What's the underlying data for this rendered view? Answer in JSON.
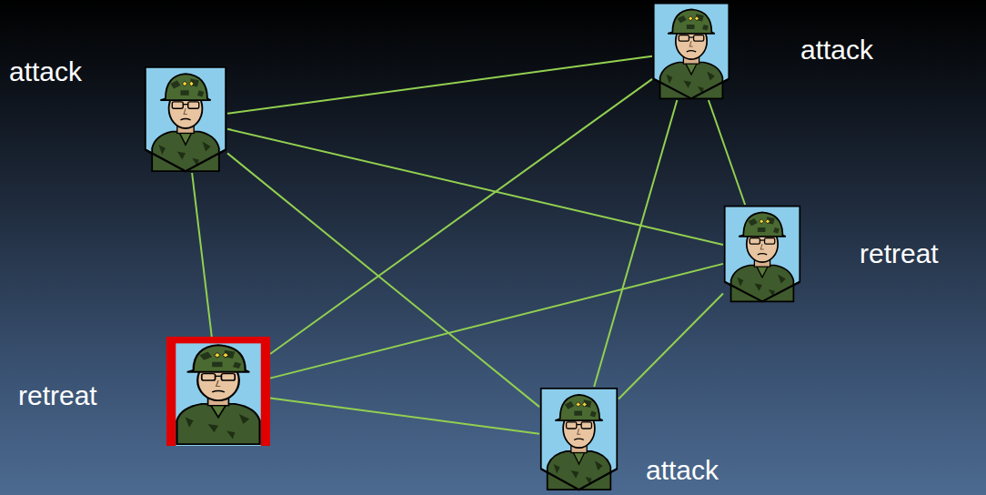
{
  "diagram": {
    "nodes": [
      {
        "text": [
          "attack"
        ]
      },
      {
        "text": [
          "attack"
        ]
      },
      {
        "text": [
          "retreat"
        ]
      },
      {
        "text": [
          "retreat"
        ]
      },
      {
        "text": [
          "attack"
        ]
      }
    ],
    "edges": [
      {
        "from": 0,
        "to": 1,
        "arrow": "none"
      },
      {
        "from": 0,
        "to": 2,
        "arrow": "none"
      },
      {
        "from": 0,
        "to": 3,
        "arrow": "none"
      },
      {
        "from": 0,
        "to": 4,
        "arrow": "none"
      },
      {
        "from": 1,
        "to": 2,
        "arrow": "none"
      },
      {
        "from": 1,
        "to": 3,
        "arrow": "none"
      },
      {
        "from": 1,
        "to": 4,
        "arrow": "none"
      },
      {
        "from": 3,
        "to": 2,
        "arrow": "none"
      },
      {
        "from": 3,
        "to": 4,
        "arrow": "none"
      },
      {
        "from": 4,
        "to": 2,
        "arrow": "none"
      }
    ]
  }
}
